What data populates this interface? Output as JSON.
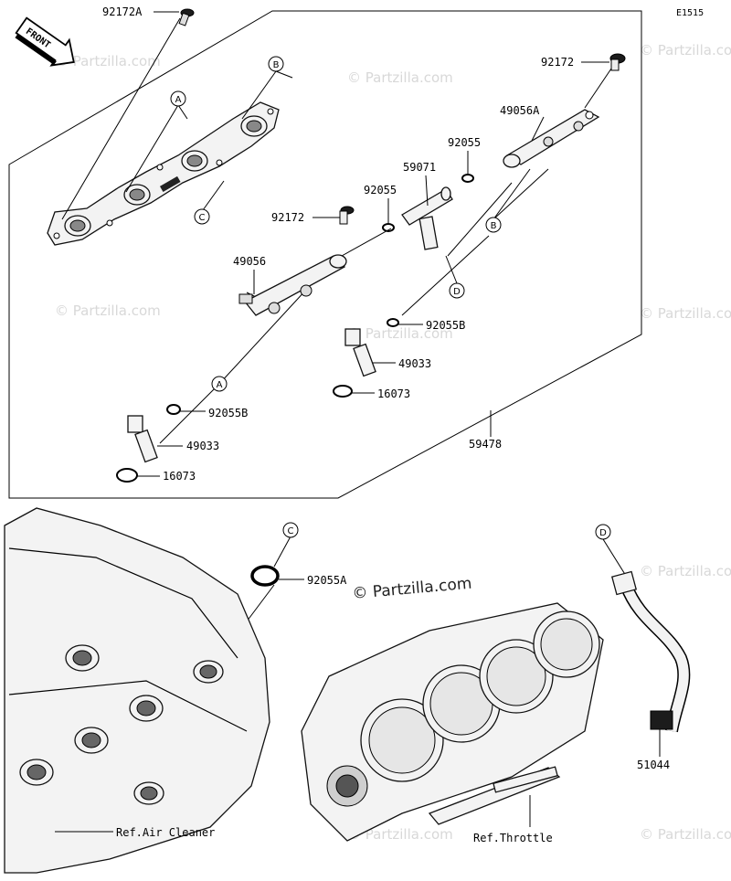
{
  "header": {
    "diagram_code": "E1515",
    "front_arrow_text": "FRONT"
  },
  "watermark": {
    "text": "© Partzilla.com",
    "center_text": "© Partzilla.com"
  },
  "callouts": {
    "a_top": "A",
    "a_bottom": "A",
    "b_top": "B",
    "b_right": "B",
    "c_top": "C",
    "c_bottom": "C",
    "d_mid": "D",
    "d_right": "D"
  },
  "labels": {
    "p92172a": "92172A",
    "p92172_right": "92172",
    "p49056a": "49056A",
    "p92055_right": "92055",
    "p59071": "59071",
    "p92055_left": "92055",
    "p92172_mid": "92172",
    "p49056": "49056",
    "p92055b_right": "92055B",
    "p49033_right": "49033",
    "p16073_right": "16073",
    "p92055b_left": "92055B",
    "p49033_left": "49033",
    "p16073_left": "16073",
    "p59478": "59478",
    "p92055a": "92055A",
    "p51044": "51044",
    "ref_air_cleaner": "Ref.Air Cleaner",
    "ref_throttle": "Ref.Throttle"
  }
}
